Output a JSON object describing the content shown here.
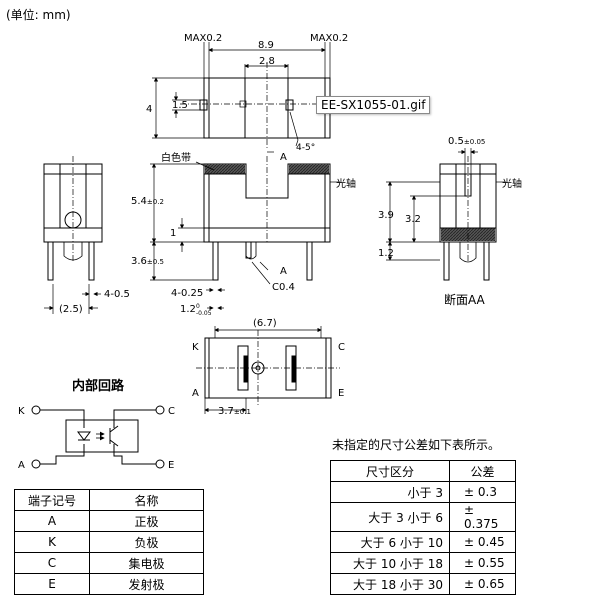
{
  "unit_label": "(单位: mm)",
  "tooltip": "EE-SX1055-01.gif",
  "dims": {
    "max_left": "MAX0.2",
    "max_right": "MAX0.2",
    "w89": "8.9",
    "w28": "2.8",
    "h4": "4",
    "h15": "1.5",
    "angle": "4-5°",
    "h54": "5.4",
    "h54_tol": "±0.2",
    "h1": "1",
    "h36": "3.6",
    "h36_tol": "±0.5",
    "pins_left": "4-0.5",
    "pitch25": "(2.5)",
    "pins025": "4-0.25",
    "w12": "1.2",
    "w12_tol_up": "0",
    "w12_tol_dn": "-0.05",
    "chamfer": "C0.4",
    "w67": "(6.7)",
    "w37": "3.7",
    "w37_tol": "±0.1",
    "slot05": "0.5",
    "slot05_tol": "±0.05",
    "h39": "3.9",
    "h32": "3.2",
    "h12": "1.2",
    "section_a_top": "A",
    "section_a_bottom": "A",
    "white_band": "白色带",
    "optical_axis_front": "光轴",
    "optical_axis_side": "光轴",
    "section_title": "断面AA",
    "pin_k": "K",
    "pin_c": "C",
    "pin_a": "A",
    "pin_e": "E"
  },
  "circuit": {
    "title": "内部回路",
    "k": "K",
    "c": "C",
    "a": "A",
    "e": "E"
  },
  "terminal_table": {
    "headers": [
      "端子记号",
      "名称"
    ],
    "rows": [
      [
        "A",
        "正极"
      ],
      [
        "K",
        "负极"
      ],
      [
        "C",
        "集电极"
      ],
      [
        "E",
        "发射极"
      ]
    ]
  },
  "tolerance_caption": "未指定的尺寸公差如下表所示。",
  "tolerance_table": {
    "headers": [
      "尺寸区分",
      "公差"
    ],
    "rows": [
      [
        "小于 3",
        "± 0.3"
      ],
      [
        "大于 3 小于 6",
        "± 0.375"
      ],
      [
        "大于 6 小于 10",
        "± 0.45"
      ],
      [
        "大于 10 小于 18",
        "± 0.55"
      ],
      [
        "大于 18 小于 30",
        "± 0.65"
      ]
    ]
  }
}
